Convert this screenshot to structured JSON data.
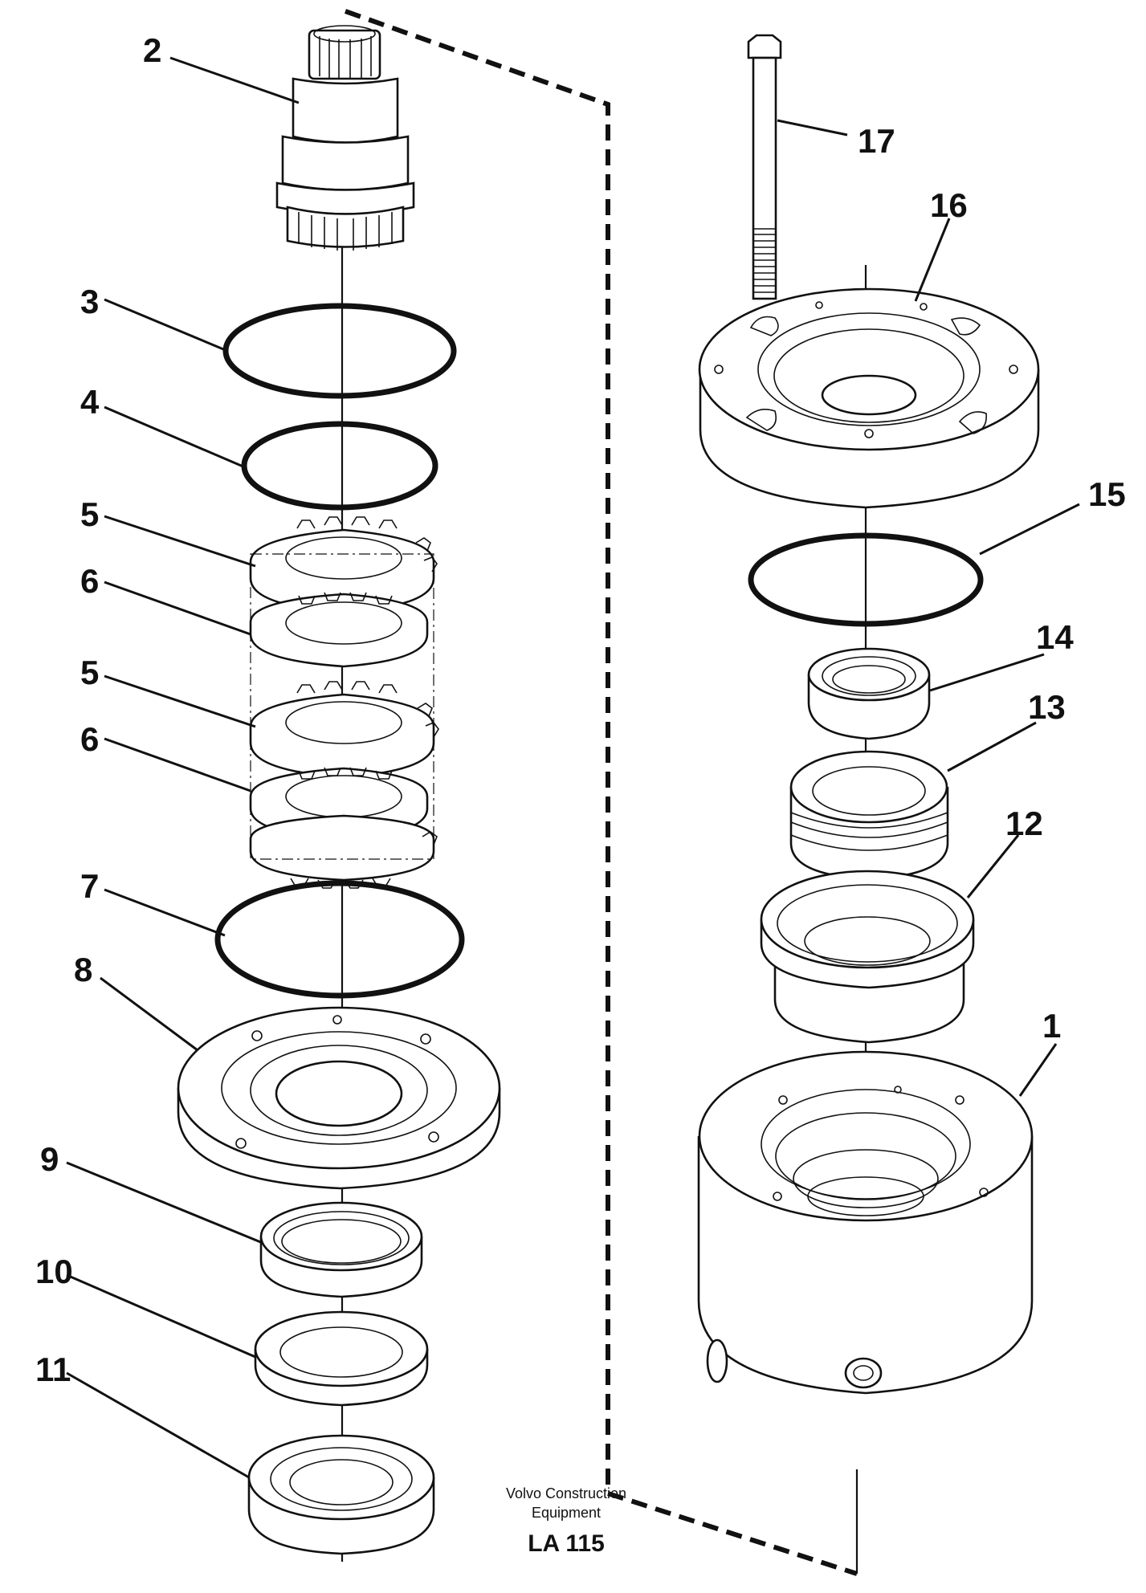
{
  "labels": {
    "p1": "1",
    "p2": "2",
    "p3": "3",
    "p4": "4",
    "p5a": "5",
    "p6a": "6",
    "p5b": "5",
    "p6b": "6",
    "p7": "7",
    "p8": "8",
    "p9": "9",
    "p10": "10",
    "p11": "11",
    "p12": "12",
    "p13": "13",
    "p14": "14",
    "p15": "15",
    "p16": "16",
    "p17": "17"
  },
  "caption": {
    "line1": "Volvo Construction",
    "line2": "Equipment",
    "code": "LA 115"
  }
}
